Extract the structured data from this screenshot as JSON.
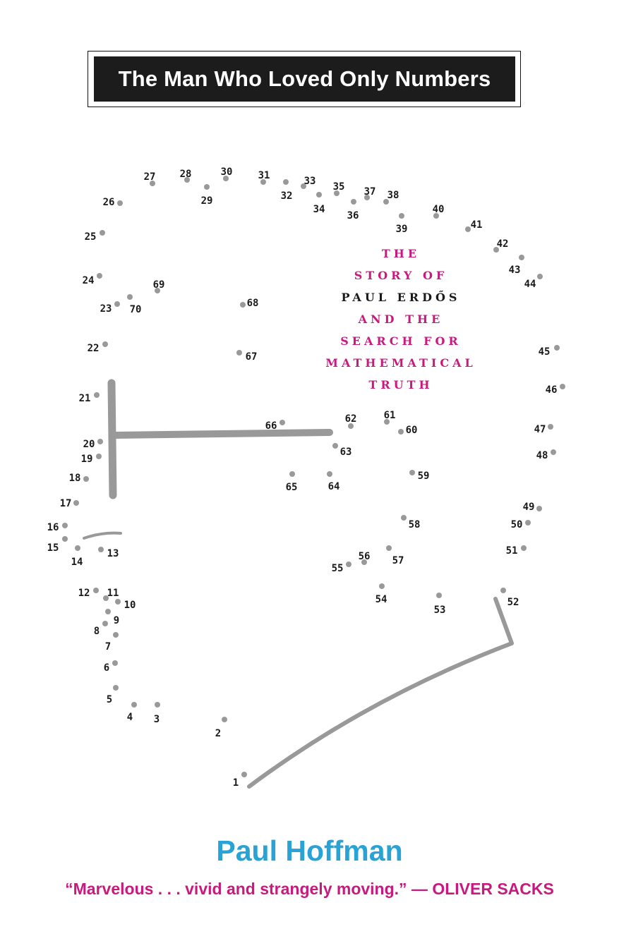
{
  "cover": {
    "title": "The Man Who Loved Only Numbers",
    "subtitle_lines": [
      "THE",
      "STORY OF",
      "PAUL ERDŐS",
      "AND THE",
      "SEARCH FOR",
      "MATHEMATICAL",
      "TRUTH"
    ],
    "author": "Paul Hoffman",
    "quote": "“Marvelous . . . vivid and strangely moving.”",
    "quote_attribution": " — OLIVER SACKS",
    "colors": {
      "title_bar": "#1c1c1c",
      "subtitle_accent": "#c8197f",
      "author": "#29a3d6",
      "quote": "#c8197f",
      "dots": "#999999"
    }
  },
  "dot_labels": [
    "1",
    "2",
    "3",
    "4",
    "5",
    "6",
    "7",
    "8",
    "9",
    "10",
    "11",
    "12",
    "13",
    "14",
    "15",
    "16",
    "17",
    "18",
    "19",
    "20",
    "21",
    "22",
    "23",
    "24",
    "25",
    "26",
    "27",
    "28",
    "29",
    "30",
    "31",
    "32",
    "33",
    "34",
    "35",
    "36",
    "37",
    "38",
    "39",
    "40",
    "41",
    "42",
    "43",
    "44",
    "45",
    "46",
    "47",
    "48",
    "49",
    "50",
    "51",
    "52",
    "53",
    "54",
    "55",
    "56",
    "57",
    "58",
    "59",
    "60",
    "61",
    "62",
    "63",
    "64",
    "65",
    "66",
    "67",
    "68",
    "69",
    "70"
  ]
}
